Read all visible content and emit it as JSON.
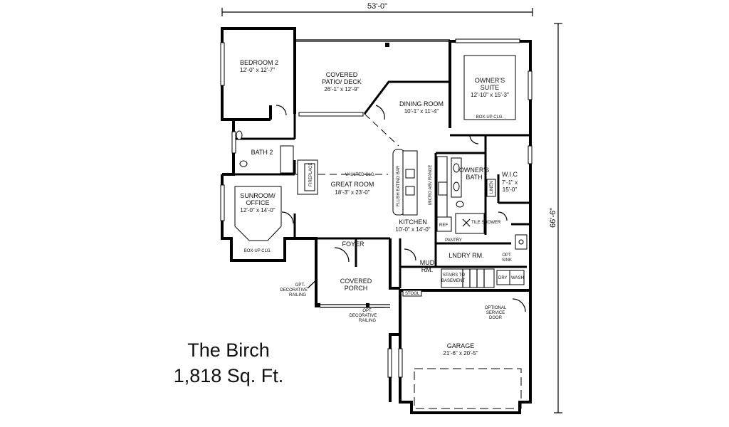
{
  "plan": {
    "name": "The Birch",
    "area": "1,818 Sq. Ft.",
    "width_dim": "53'-0\"",
    "depth_dim": "66'-6\""
  },
  "rooms": {
    "bedroom2": {
      "name": "BEDROOM 2",
      "size": "12'-0\" x 12'-7\""
    },
    "patio": {
      "name1": "COVERED",
      "name2": "PATIO/ DECK",
      "size": "26'-1\" x 12'-9\""
    },
    "dining": {
      "name": "DINING ROOM",
      "size": "10'-1\" x 11'-4\""
    },
    "owners": {
      "name1": "OWNER'S",
      "name2": "SUITE",
      "size": "12'-10\" x 15'-3\""
    },
    "bath2": {
      "name": "BATH 2"
    },
    "great": {
      "name": "GREAT ROOM",
      "size": "18'-3\" x 23'-0\""
    },
    "kitchen": {
      "name": "KITCHEN",
      "size": "10'-0\" x 14'-0\""
    },
    "owners_bath": {
      "name1": "OWNER'S",
      "name2": "BATH"
    },
    "wic": {
      "name": "W.I.C",
      "size1": "7'-1\" x",
      "size2": "15'-0\""
    },
    "sunroom": {
      "name1": "SUNROOM/",
      "name2": "OFFICE",
      "size": "12'-0\" x 14'-0\""
    },
    "foyer": {
      "name": "FOYER"
    },
    "laundry": {
      "name": "LNDRY RM."
    },
    "mud": {
      "name1": "MUD",
      "name2": "RM."
    },
    "porch": {
      "name1": "COVERED",
      "name2": "PORCH"
    },
    "garage": {
      "name": "GARAGE",
      "size": "21'-6\" x 20'-5\""
    }
  },
  "notes": {
    "boxup_suite": "BOX-UP CLG.",
    "boxup_sun": "BOX-UP CLG.",
    "vaulted": "VAULTED CLG.",
    "fireplace": "FIREPLACE",
    "flush_eating_bar": "FLUSH EATING BAR",
    "micro_range": "MICRO ABV RANGE",
    "linen": "LINEN",
    "tile_shower": "TILE SHOWER",
    "ref": "REF",
    "pantry": "PANTRY",
    "opt_sink1": "OPT.",
    "opt_sink2": "SINK",
    "dry": "DRY",
    "wash": "WASH",
    "stairs1": "STAIRS TO",
    "stairs2": "BASEMENT",
    "stool": "STOOL",
    "opt_rail_left": [
      "OPT.",
      "DECORATIVE",
      "RAILING"
    ],
    "opt_rail_right": [
      "OPT.",
      "DECORATIVE",
      "RAILING"
    ],
    "service_door": [
      "OPTIONAL",
      "SERVICE",
      "DOOR"
    ]
  }
}
